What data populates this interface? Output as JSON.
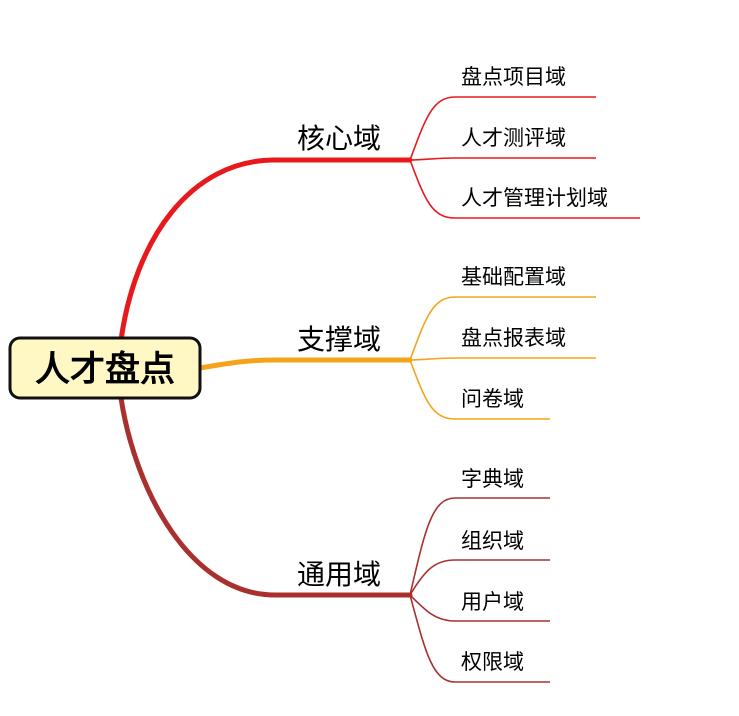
{
  "root": {
    "label": "人才盘点",
    "fill": "#fff8c4",
    "border": "#111111"
  },
  "branches": [
    {
      "label": "核心域",
      "color": "#e8191c",
      "children": [
        "盘点项目域",
        "人才测评域",
        "人才管理计划域"
      ]
    },
    {
      "label": "支撑域",
      "color": "#f5a41a",
      "children": [
        "基础配置域",
        "盘点报表域",
        "问卷域"
      ]
    },
    {
      "label": "通用域",
      "color": "#a8302e",
      "children": [
        "字典域",
        "组织域",
        "用户域",
        "权限域"
      ]
    }
  ]
}
